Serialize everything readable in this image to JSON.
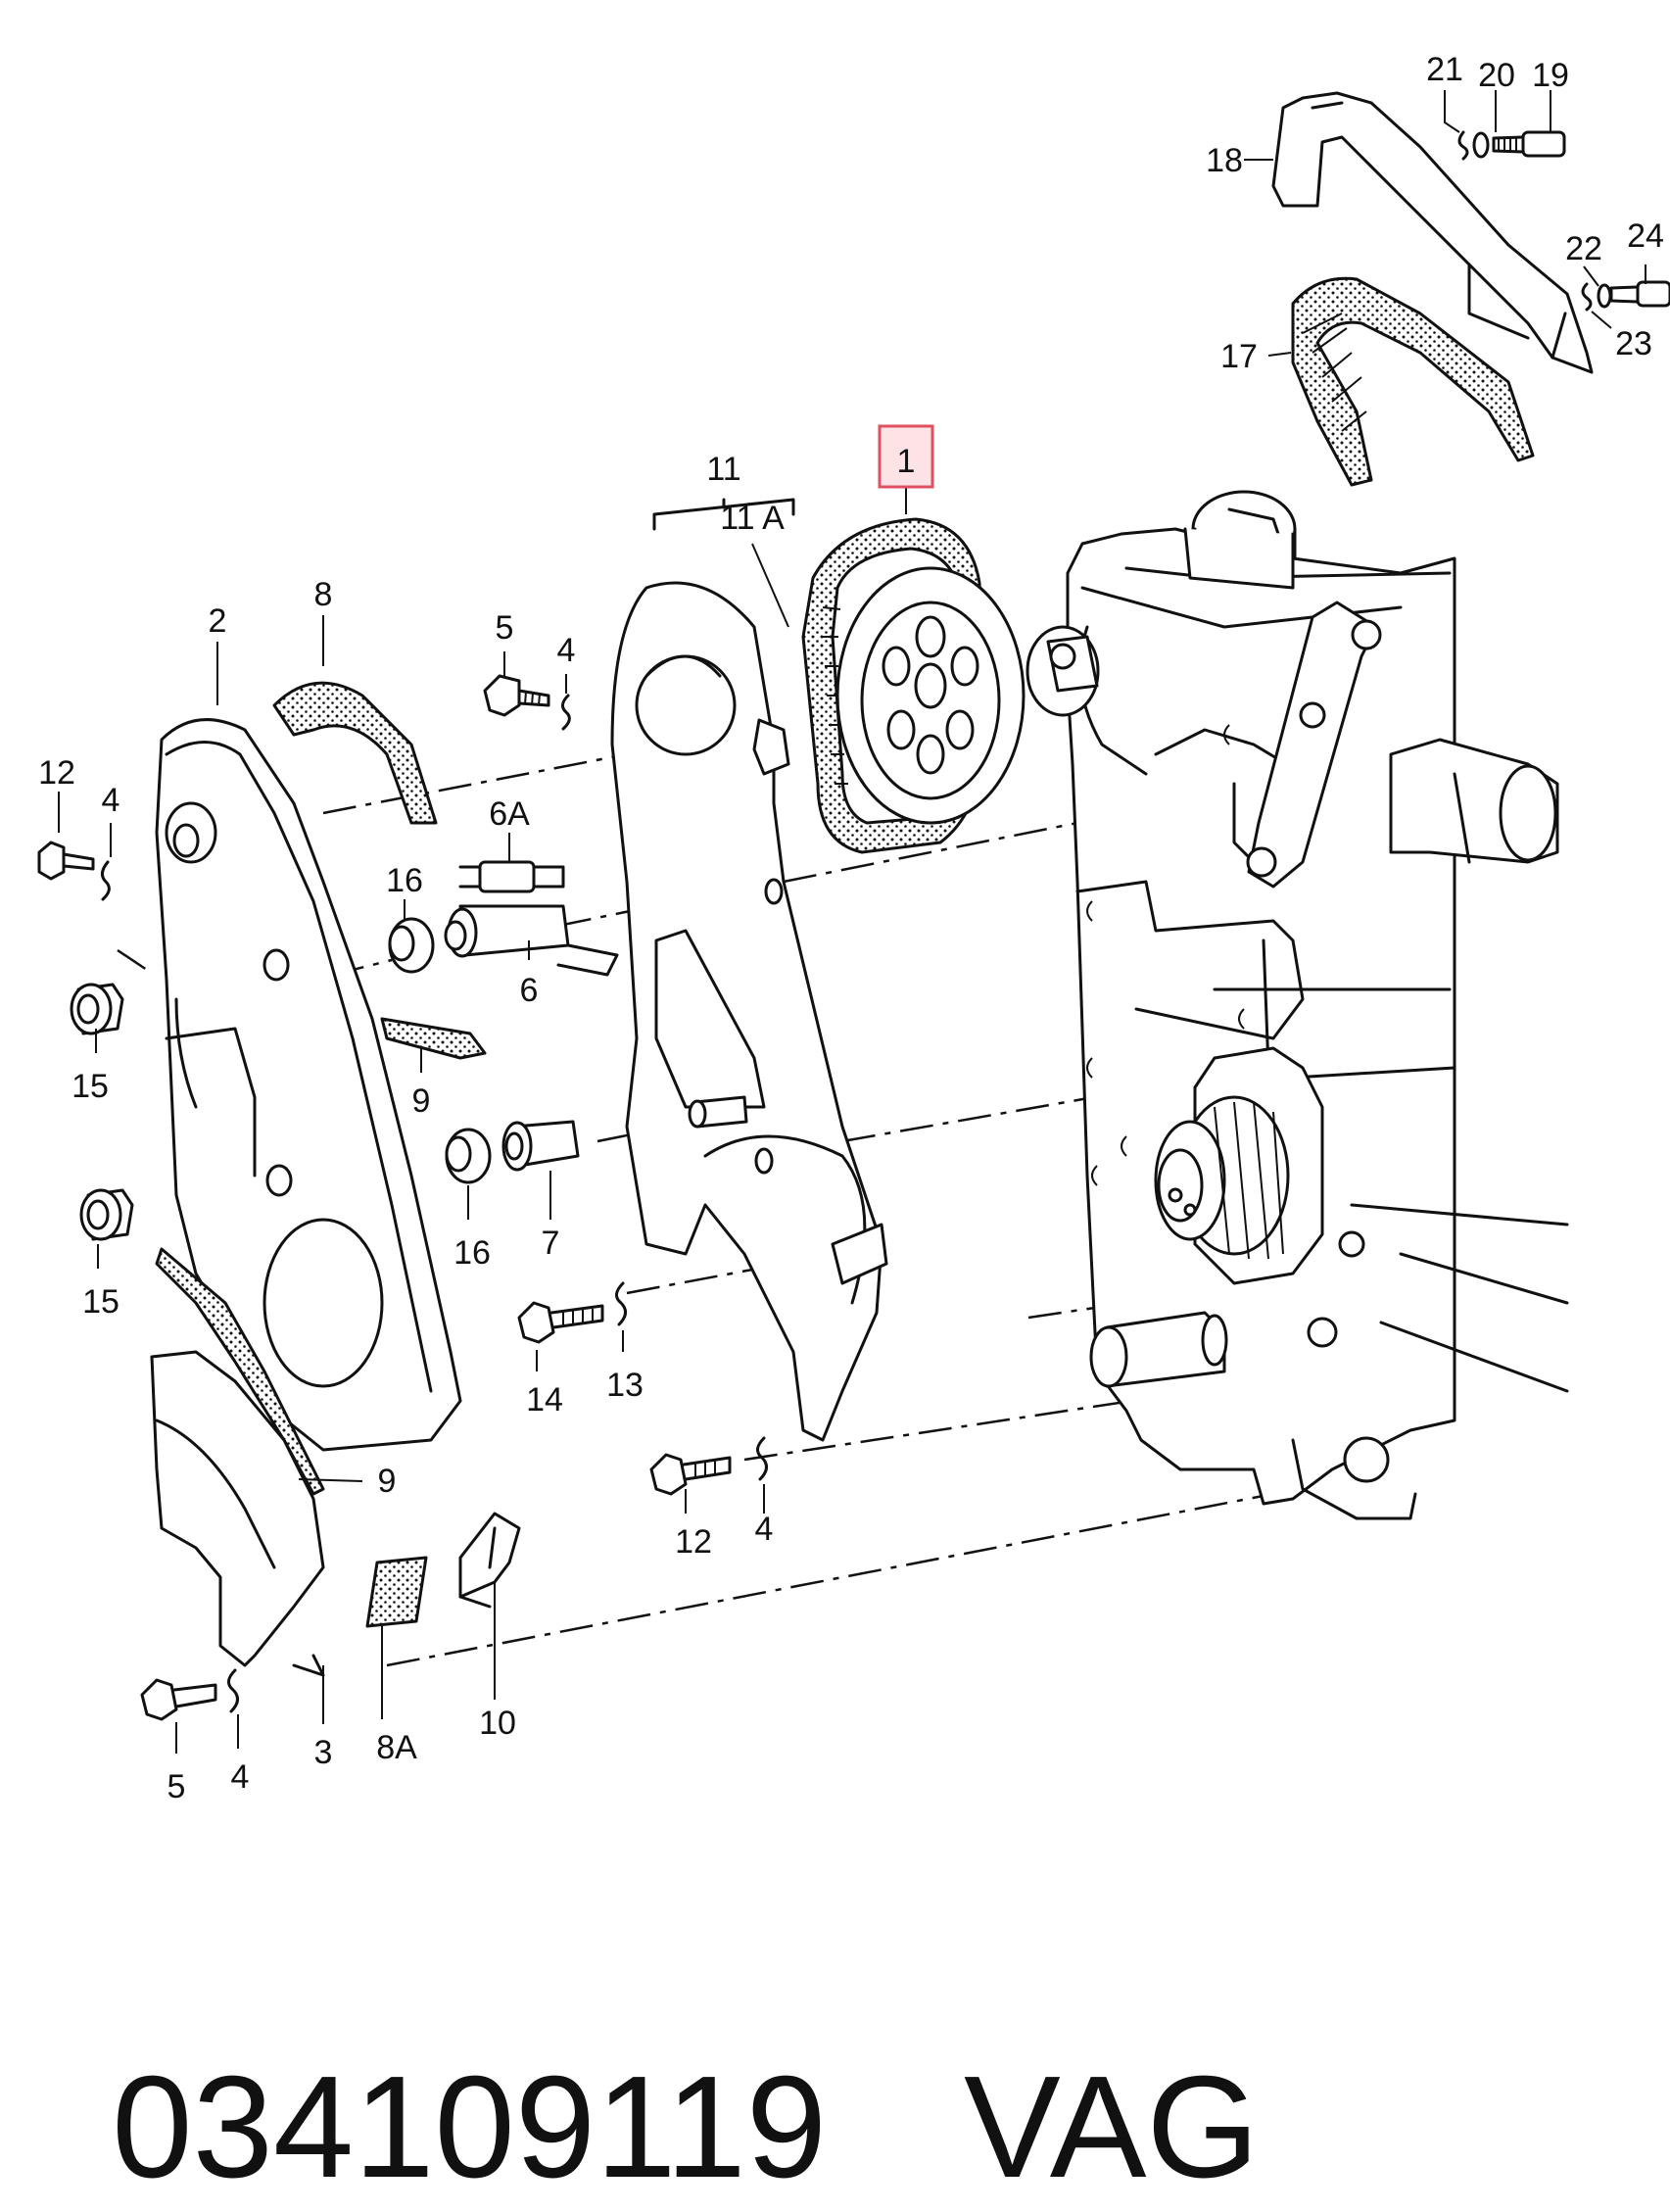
{
  "colors": {
    "ink": "#111111",
    "highlight": "#e05060",
    "background": "#ffffff"
  },
  "part_number": "034109119",
  "brand": "VAG",
  "callouts": [
    {
      "id": "1",
      "label": "1",
      "highlighted": true
    },
    {
      "id": "2",
      "label": "2"
    },
    {
      "id": "3",
      "label": "3"
    },
    {
      "id": "4a",
      "label": "4"
    },
    {
      "id": "4b",
      "label": "4"
    },
    {
      "id": "4c",
      "label": "4"
    },
    {
      "id": "4d",
      "label": "4"
    },
    {
      "id": "5a",
      "label": "5"
    },
    {
      "id": "5b",
      "label": "5"
    },
    {
      "id": "6",
      "label": "6"
    },
    {
      "id": "6A",
      "label": "6A"
    },
    {
      "id": "7",
      "label": "7"
    },
    {
      "id": "8",
      "label": "8"
    },
    {
      "id": "8A",
      "label": "8A"
    },
    {
      "id": "9a",
      "label": "9"
    },
    {
      "id": "9b",
      "label": "9"
    },
    {
      "id": "10",
      "label": "10"
    },
    {
      "id": "11",
      "label": "11"
    },
    {
      "id": "11A",
      "label": "11 A"
    },
    {
      "id": "12a",
      "label": "12"
    },
    {
      "id": "12b",
      "label": "12"
    },
    {
      "id": "13",
      "label": "13"
    },
    {
      "id": "14",
      "label": "14"
    },
    {
      "id": "15a",
      "label": "15"
    },
    {
      "id": "15b",
      "label": "15"
    },
    {
      "id": "16a",
      "label": "16"
    },
    {
      "id": "16b",
      "label": "16"
    },
    {
      "id": "17",
      "label": "17"
    },
    {
      "id": "18",
      "label": "18"
    },
    {
      "id": "19",
      "label": "19"
    },
    {
      "id": "20",
      "label": "20"
    },
    {
      "id": "21",
      "label": "21"
    },
    {
      "id": "22",
      "label": "22"
    },
    {
      "id": "23",
      "label": "23"
    },
    {
      "id": "24",
      "label": "24"
    }
  ]
}
